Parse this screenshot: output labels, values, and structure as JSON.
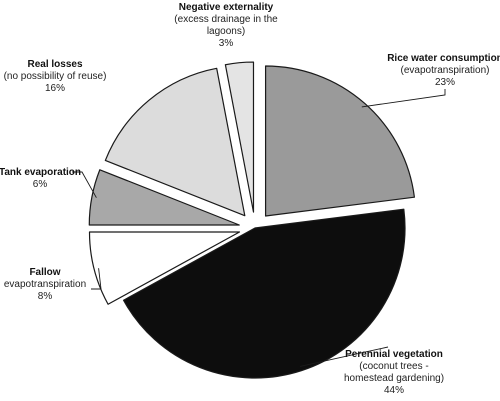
{
  "chart_data": {
    "type": "pie",
    "title": "",
    "start_angle_deg": 0,
    "direction": "clockwise",
    "slices": [
      {
        "key": "rice",
        "title": "Rice water consumption",
        "detail": [
          "(evapotranspiration)"
        ],
        "value": 23,
        "value_label": "23%",
        "color": "#9a9a9a",
        "exploded": true
      },
      {
        "key": "perennial",
        "title": "Perennial vegetation",
        "detail": [
          "(coconut trees -",
          "homestead gardening)"
        ],
        "value": 44,
        "value_label": "44%",
        "color": "#0d0d0d",
        "exploded": false
      },
      {
        "key": "fallow",
        "title": "Fallow",
        "detail": [
          "evapotranspiration"
        ],
        "value": 8,
        "value_label": "8%",
        "color": "#ffffff",
        "exploded": true
      },
      {
        "key": "tank",
        "title": "Tank evaporation",
        "detail": [],
        "value": 6,
        "value_label": "6%",
        "color": "#a8a8a8",
        "exploded": true
      },
      {
        "key": "real",
        "title": "Real losses",
        "detail": [
          "(no possibility of reuse)"
        ],
        "value": 16,
        "value_label": "16%",
        "color": "#dcdcdc",
        "exploded": true
      },
      {
        "key": "negative",
        "title": "Negative externality",
        "detail": [
          "(excess drainage in the",
          "lagoons)"
        ],
        "value": 3,
        "value_label": "3%",
        "color": "#e4e4e4",
        "exploded": true
      }
    ]
  }
}
